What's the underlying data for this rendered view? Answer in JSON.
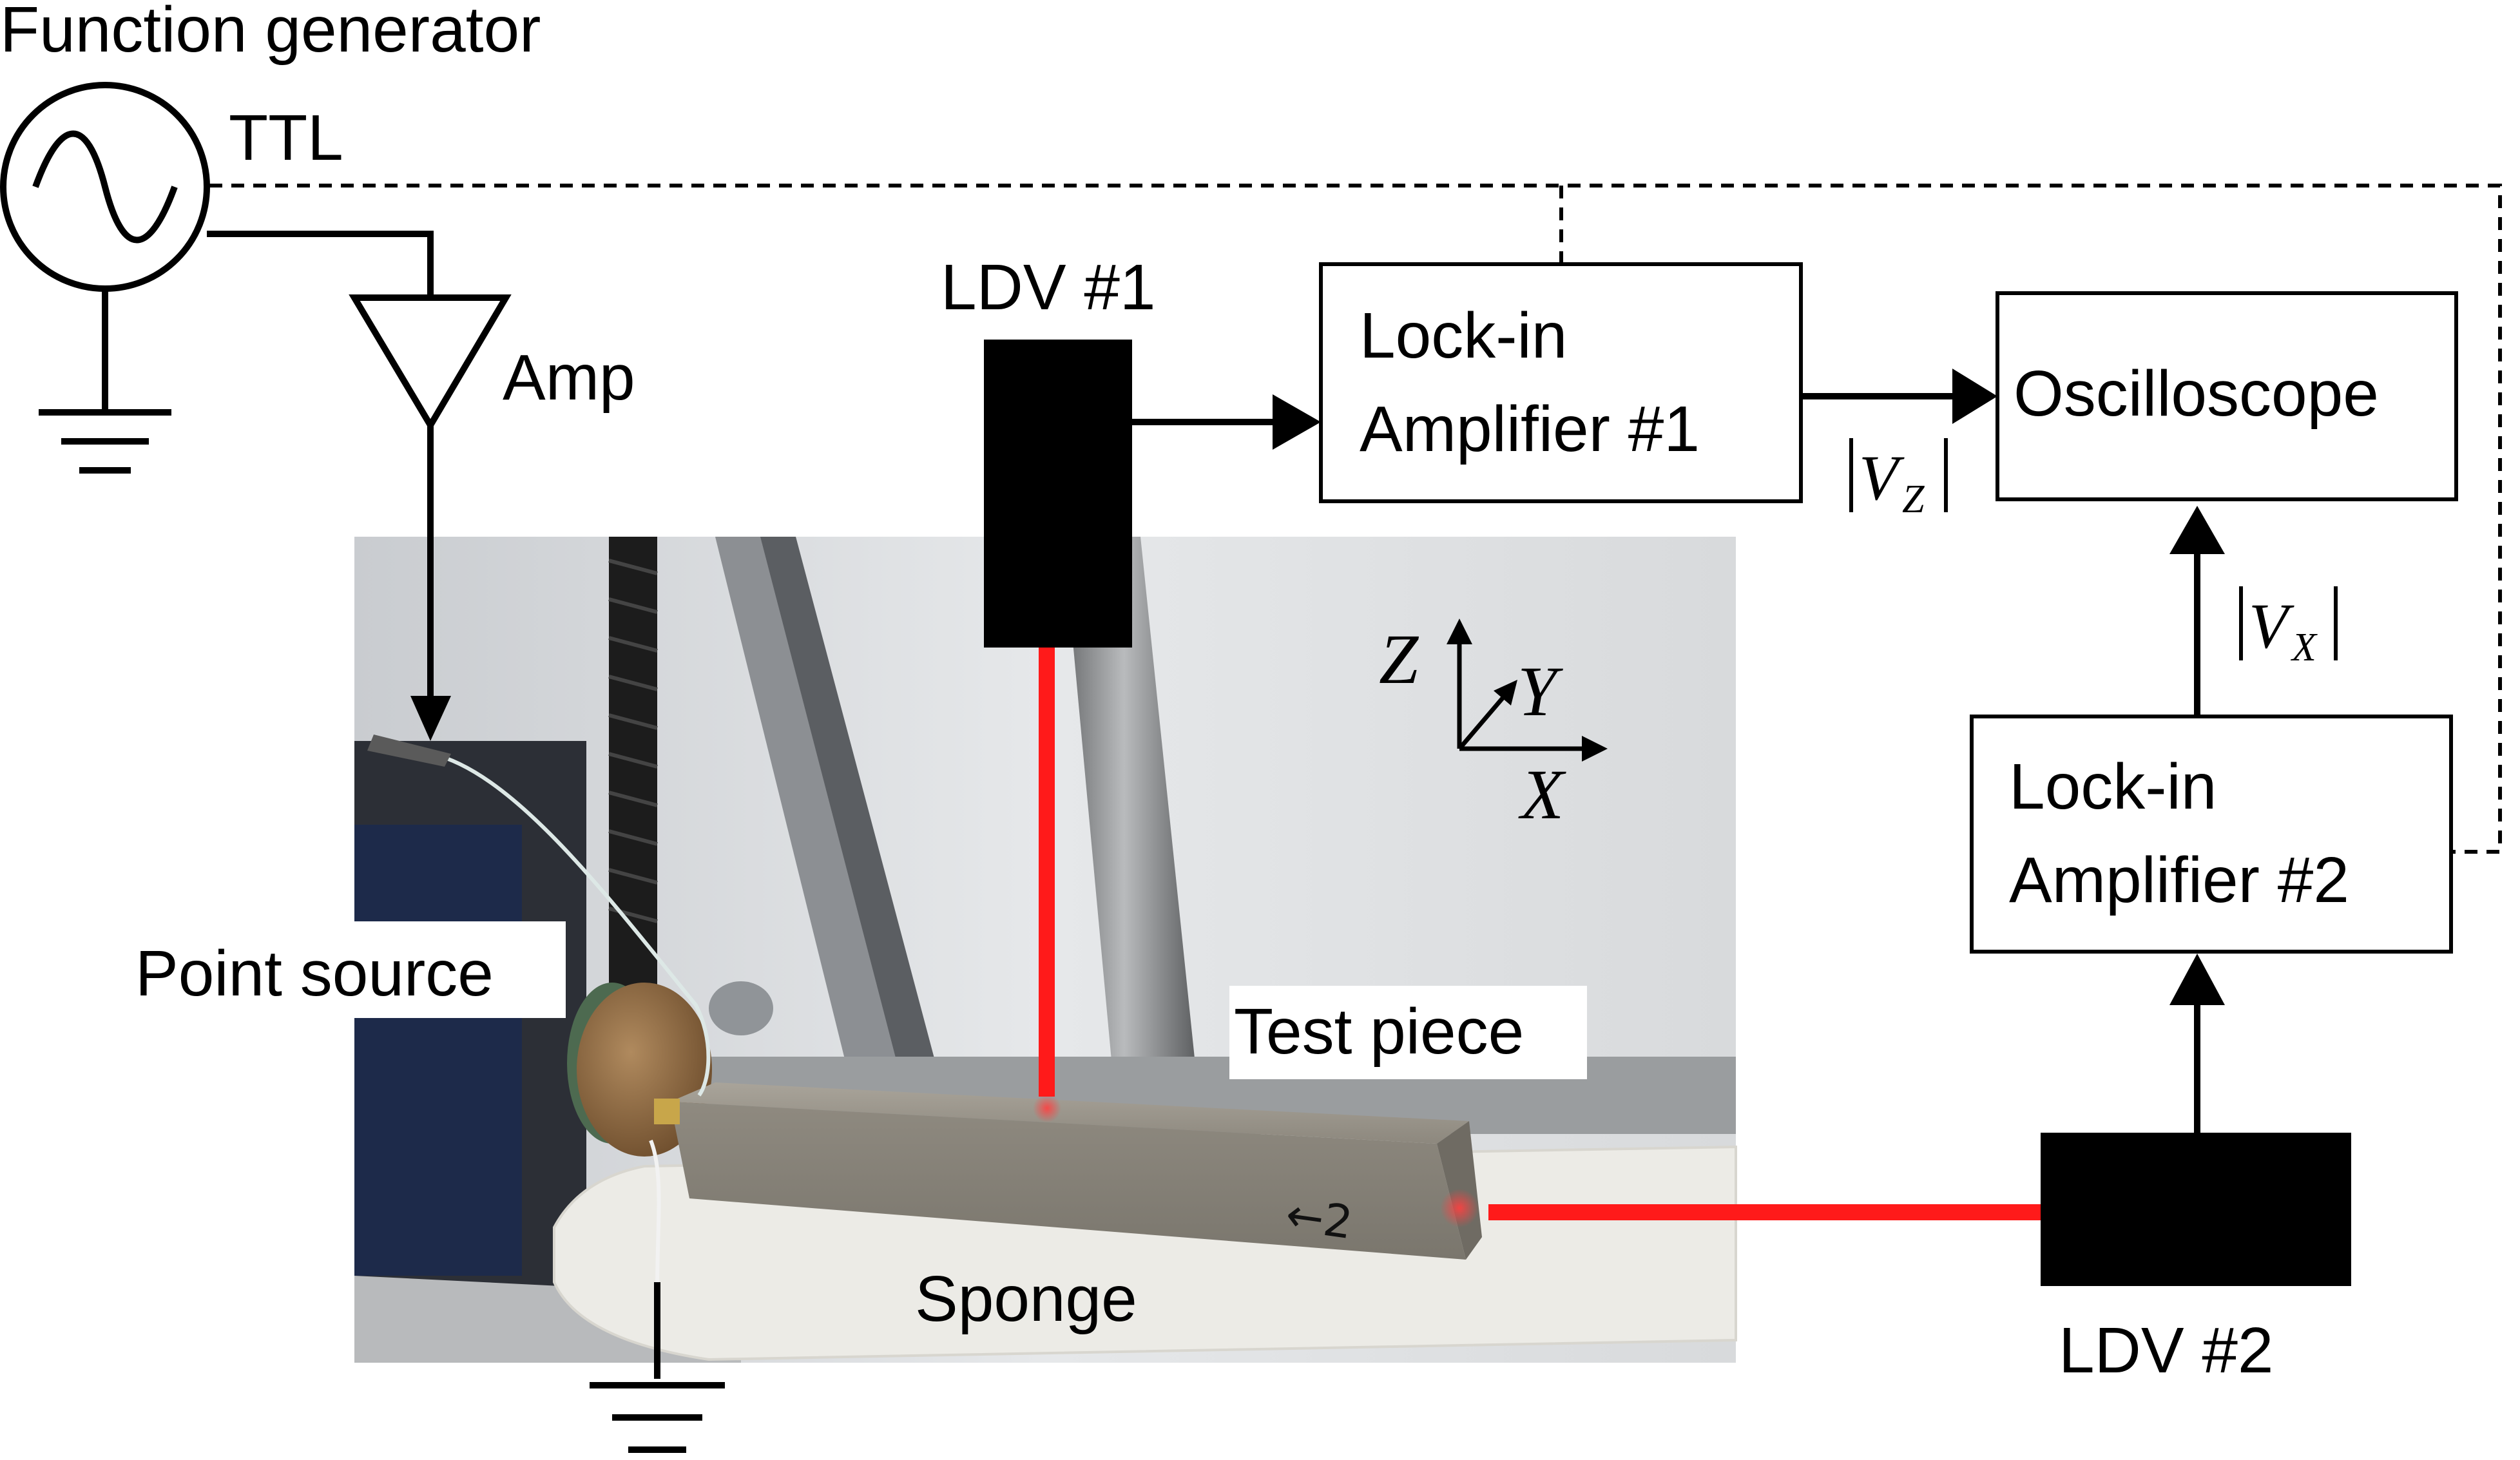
{
  "labels": {
    "function_generator": "Function generator",
    "ttl": "TTL",
    "amp": "Amp",
    "ldv1": "LDV #1",
    "ldv2": "LDV #2",
    "lockin1_line1": "Lock-in",
    "lockin1_line2": "Amplifier #1",
    "lockin2_line1": "Lock-in",
    "lockin2_line2": "Amplifier #2",
    "oscilloscope": "Oscilloscope",
    "vz_base": "V",
    "vz_sub": "Z",
    "vx_base": "V",
    "vx_sub": "X",
    "axis_z": "Z",
    "axis_y": "Y",
    "axis_x": "X",
    "point_source": "Point source",
    "test_piece": "Test piece",
    "sponge": "Sponge",
    "bar_mark": "←2"
  },
  "colors": {
    "laser": "#ff1a1a",
    "device": "#000000"
  }
}
